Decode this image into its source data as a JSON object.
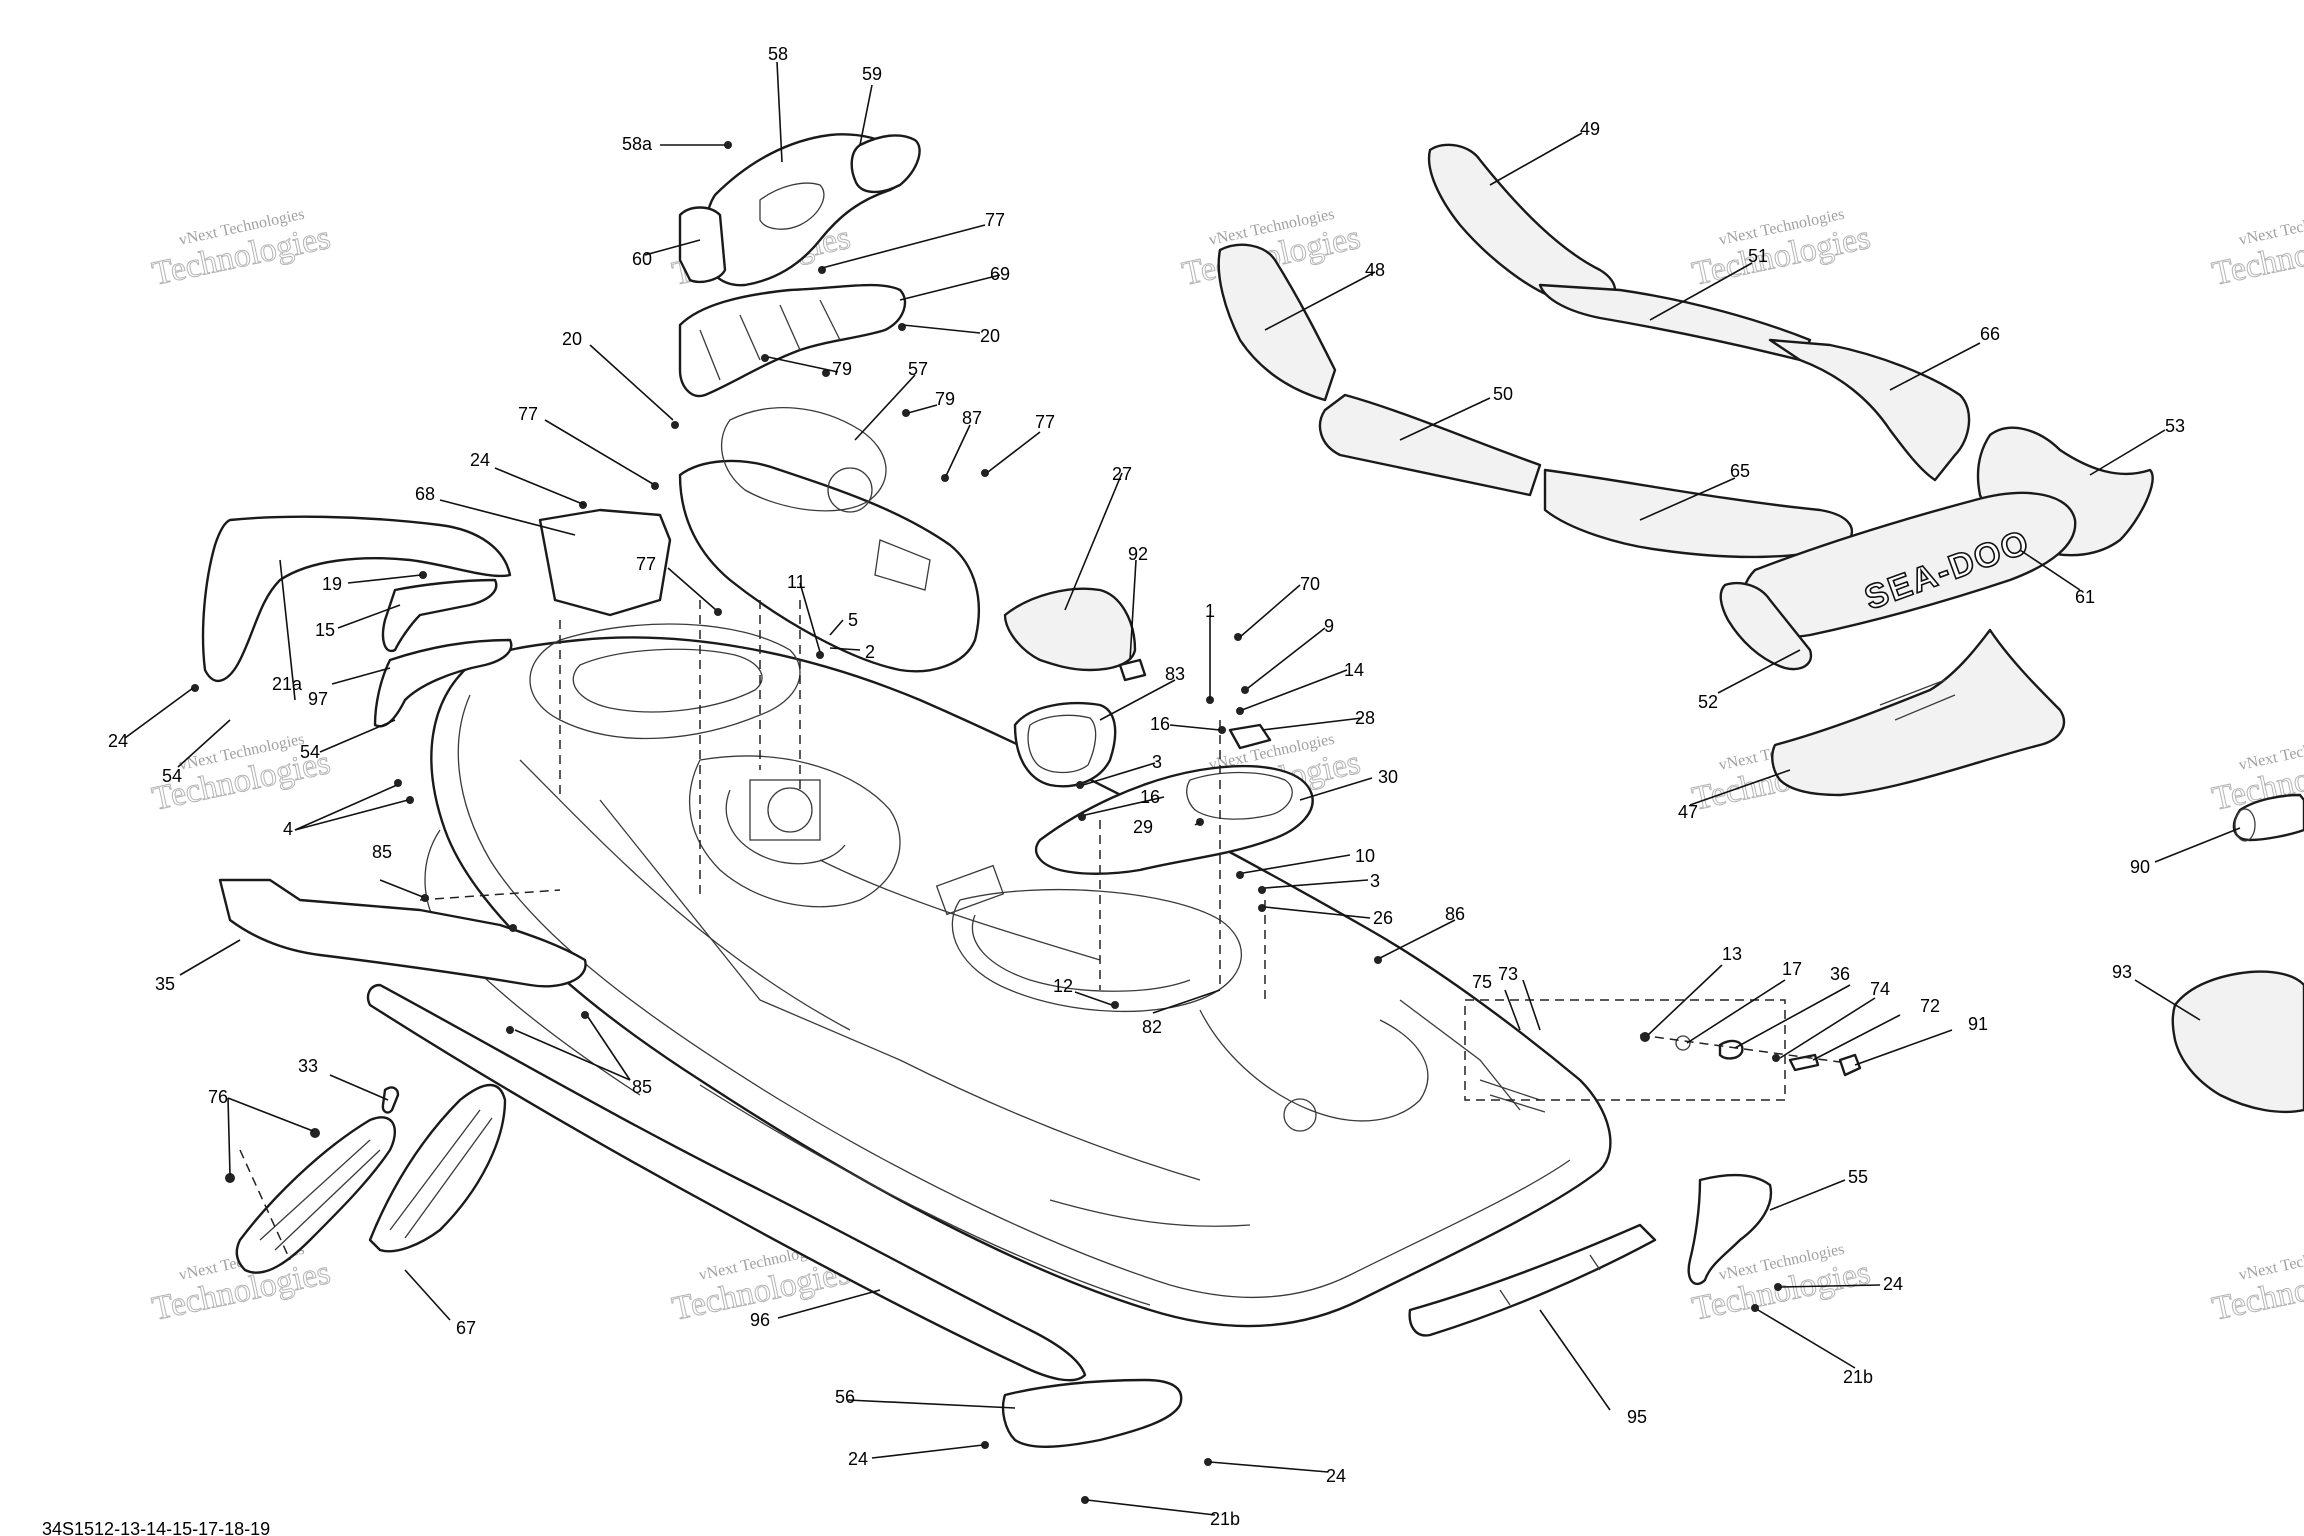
{
  "diagram": {
    "reference_code": "34S1512-13-14-15-17-18-19",
    "watermark_line1": "vNext Technologies",
    "watermark_line2": "vNext",
    "watermark_line3": "Technologies",
    "logo_text": "SEA-DOO",
    "callouts": {
      "c58": "58",
      "c59": "59",
      "c58a": "58a",
      "c60": "60",
      "c77a": "77",
      "c69": "69",
      "c20a": "20",
      "c20b": "20",
      "c79a": "79",
      "c57": "57",
      "c79b": "79",
      "c87": "87",
      "c77b": "77",
      "c77c": "77",
      "c24a": "24",
      "c68": "68",
      "c19": "19",
      "c15": "15",
      "c21a": "21a",
      "c97": "97",
      "c54a": "54",
      "c54b": "54",
      "c24b": "24",
      "c4": "4",
      "c77d": "77",
      "c11": "11",
      "c5": "5",
      "c2": "2",
      "c27": "27",
      "c92": "92",
      "c83": "83",
      "c1": "1",
      "c70": "70",
      "c9": "9",
      "c14": "14",
      "c28": "28",
      "c16a": "16",
      "c3a": "3",
      "c16b": "16",
      "c30": "30",
      "c29": "29",
      "c10": "10",
      "c3b": "3",
      "c26": "26",
      "c86": "86",
      "c85a": "85",
      "c35": "35",
      "c85b": "85",
      "c12": "12",
      "c82": "82",
      "c33": "33",
      "c76": "76",
      "c67": "67",
      "c96": "96",
      "c56": "56",
      "c24c": "24",
      "c24d": "24",
      "c21b_a": "21b",
      "c95": "95",
      "c55": "55",
      "c24e": "24",
      "c21b_b": "21b",
      "c75": "75",
      "c73": "73",
      "c13": "13",
      "c17": "17",
      "c36": "36",
      "c74": "74",
      "c72": "72",
      "c91": "91",
      "c49": "49",
      "c51": "51",
      "c48": "48",
      "c66": "66",
      "c50": "50",
      "c65": "65",
      "c53": "53",
      "c61": "61",
      "c52": "52",
      "c47": "47",
      "c90": "90",
      "c93": "93"
    }
  }
}
